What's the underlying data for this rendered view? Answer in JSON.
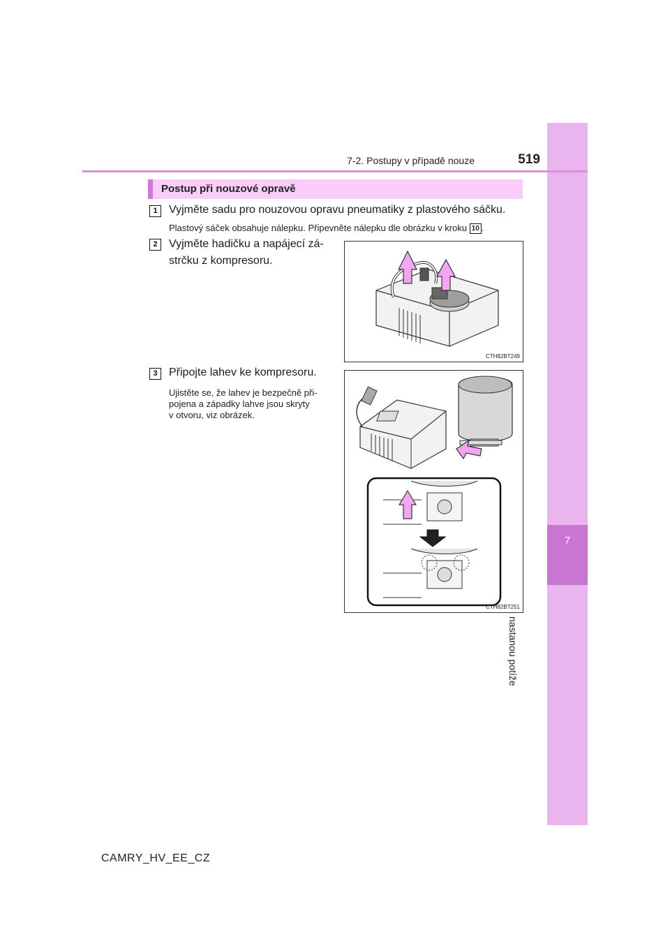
{
  "header": {
    "section_text": "7-2. Postupy v případě nouze",
    "page_number": "519"
  },
  "side_tab": {
    "chapter_number": "7",
    "chapter_title": "Když nastanou potíže"
  },
  "section": {
    "title": "Postup při nouzové opravě"
  },
  "steps": [
    {
      "number": "1",
      "text": "Vyjměte sadu pro nouzovou opravu pneumatiky z plastového sáčku.",
      "note_before": "Plastový sáček obsahuje nálepku. Připevněte nálepku dle obrázku v kroku",
      "note_ref": "10",
      "note_after": "."
    },
    {
      "number": "2",
      "text_line1": "Vyjměte hadičku a napájecí zá-",
      "text_line2": "strčku z kompresoru.",
      "figure_code": "CTH82BT249"
    },
    {
      "number": "3",
      "text": "Připojte lahev ke kompresoru.",
      "note_line1": "Ujistěte se, že lahev je bezpečně při-",
      "note_line2": "pojena a západky lahve jsou skryty",
      "note_line3": "v otvoru, viz obrázek.",
      "figure_code": "CTH82BT251"
    }
  ],
  "footer": {
    "doc_code": "CAMRY_HV_EE_CZ"
  },
  "colors": {
    "tab_light": "#eab4ee",
    "tab_dark": "#c876d2",
    "section_bar": "#f9ccf9",
    "accent": "#d376dc",
    "arrow_fill": "#f3a6f0"
  }
}
